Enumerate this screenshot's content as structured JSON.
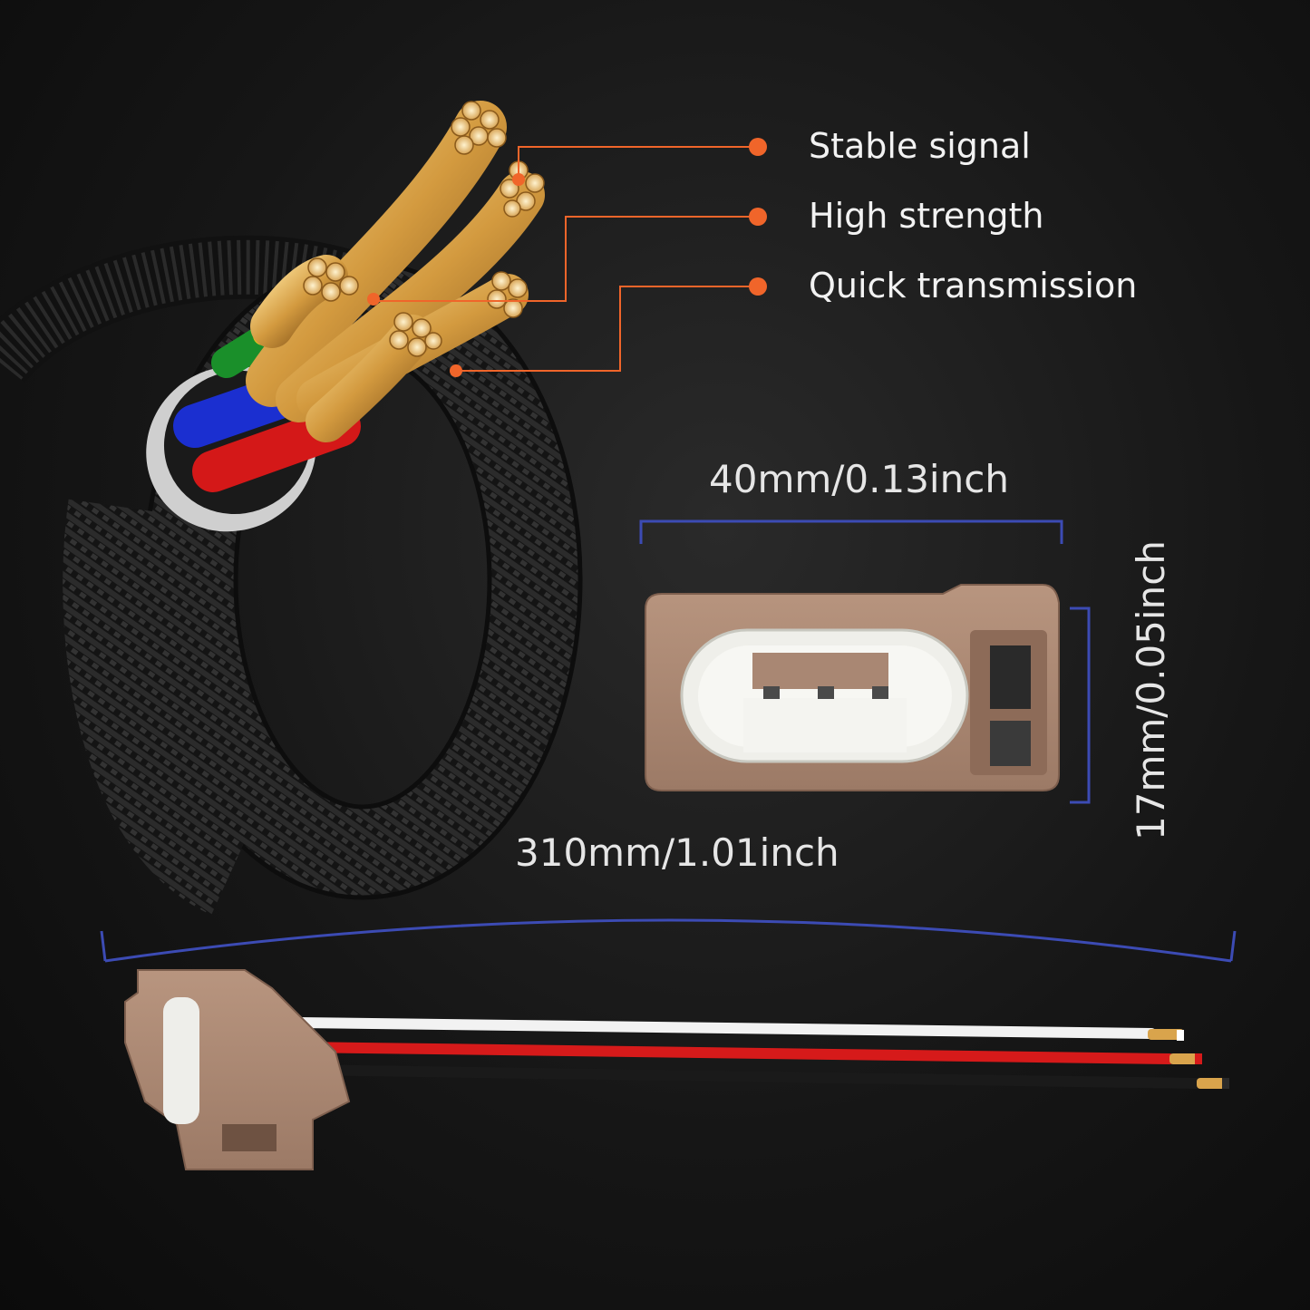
{
  "features": [
    {
      "label": "Stable signal"
    },
    {
      "label": "High strength"
    },
    {
      "label": "Quick transmission"
    }
  ],
  "dimensions": {
    "connector_width": "40mm/0.13inch",
    "connector_height": "17mm/0.05inch",
    "cable_length": "310mm/1.01inch"
  },
  "colors": {
    "accent_orange": "#f0652a",
    "dimension_line_blue": "#3c4bb4",
    "connector_tan": "#a98773",
    "wire_white": "#f2f2f2",
    "wire_red": "#d61a1a",
    "wire_black": "#1a1a1a",
    "copper": "#d9a44c"
  }
}
